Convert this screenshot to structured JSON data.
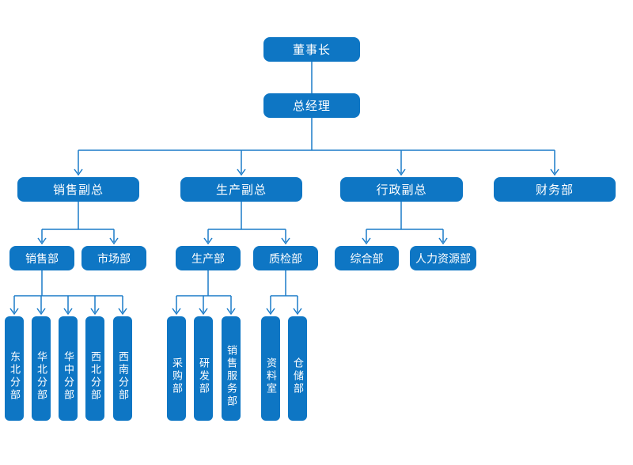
{
  "diagram": {
    "type": "org-chart",
    "colors": {
      "node_fill": "#0E76C4",
      "connector_line": "#1B7CC9",
      "node_text": "#FFFFFF",
      "background": "#FFFFFF"
    },
    "nodes": {
      "chairman": {
        "label": "董事长"
      },
      "general_manager": {
        "label": "总经理"
      },
      "sales_vp": {
        "label": "销售副总"
      },
      "production_vp": {
        "label": "生产副总"
      },
      "admin_vp": {
        "label": "行政副总"
      },
      "finance_dept": {
        "label": "财务部"
      },
      "sales_dept": {
        "label": "销售部"
      },
      "marketing_dept": {
        "label": "市场部"
      },
      "production_dept": {
        "label": "生产部"
      },
      "qc_dept": {
        "label": "质检部"
      },
      "general_affairs_dept": {
        "label": "综合部"
      },
      "hr_dept": {
        "label": "人力资源部"
      },
      "northeast_branch": {
        "label": "东北分部"
      },
      "north_branch": {
        "label": "华北分部"
      },
      "central_branch": {
        "label": "华中分部"
      },
      "northwest_branch": {
        "label": "西北分部"
      },
      "southwest_branch": {
        "label": "西南分部"
      },
      "purchasing_dept": {
        "label": "采购部"
      },
      "rd_dept": {
        "label": "研发部"
      },
      "sales_service_dept": {
        "label": "销售服务部"
      },
      "archive_room": {
        "label": "资料室"
      },
      "warehouse_dept": {
        "label": "仓储部"
      }
    },
    "edges": [
      {
        "from": "chairman",
        "to": "general_manager"
      },
      {
        "from": "general_manager",
        "to": "sales_vp"
      },
      {
        "from": "general_manager",
        "to": "production_vp"
      },
      {
        "from": "general_manager",
        "to": "admin_vp"
      },
      {
        "from": "general_manager",
        "to": "finance_dept"
      },
      {
        "from": "sales_vp",
        "to": "sales_dept"
      },
      {
        "from": "sales_vp",
        "to": "marketing_dept"
      },
      {
        "from": "production_vp",
        "to": "production_dept"
      },
      {
        "from": "production_vp",
        "to": "qc_dept"
      },
      {
        "from": "admin_vp",
        "to": "general_affairs_dept"
      },
      {
        "from": "admin_vp",
        "to": "hr_dept"
      },
      {
        "from": "sales_dept",
        "to": "northeast_branch"
      },
      {
        "from": "sales_dept",
        "to": "north_branch"
      },
      {
        "from": "sales_dept",
        "to": "central_branch"
      },
      {
        "from": "sales_dept",
        "to": "northwest_branch"
      },
      {
        "from": "sales_dept",
        "to": "southwest_branch"
      },
      {
        "from": "production_dept",
        "to": "purchasing_dept"
      },
      {
        "from": "production_dept",
        "to": "rd_dept"
      },
      {
        "from": "production_dept",
        "to": "sales_service_dept"
      },
      {
        "from": "qc_dept",
        "to": "archive_room"
      },
      {
        "from": "qc_dept",
        "to": "warehouse_dept"
      }
    ]
  }
}
